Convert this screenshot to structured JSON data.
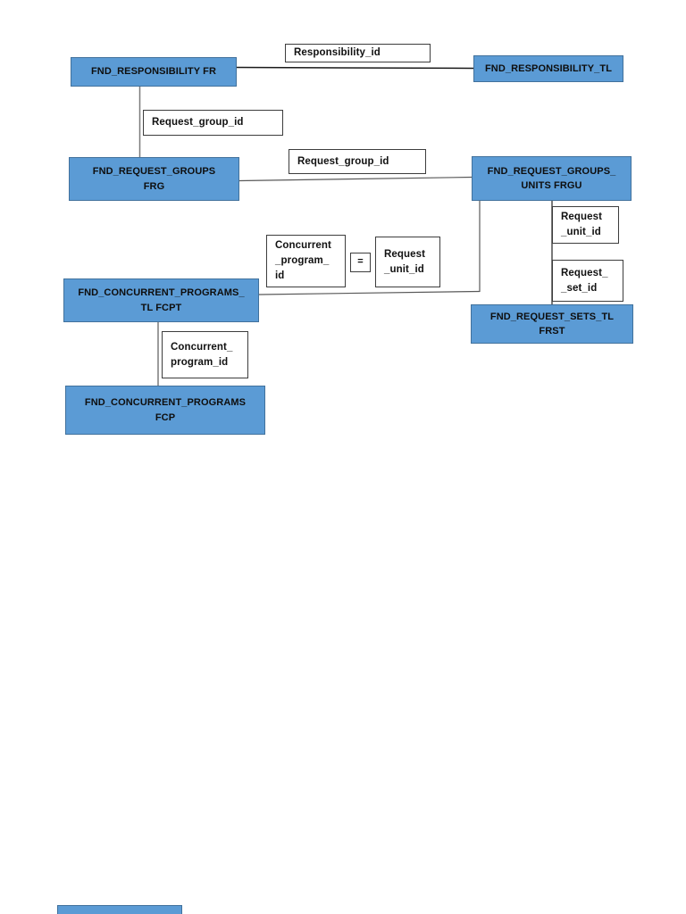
{
  "diagram": {
    "colors": {
      "entity_fill": "#5b9bd5",
      "entity_border": "#41719c",
      "label_fill": "#ffffff",
      "label_border": "#3d3d3d",
      "line_dark": "#1a1a1a",
      "line_gray": "#7a7a7a",
      "text": "#0e0e0e",
      "page_background": "#ffffff"
    },
    "entities": {
      "fr": {
        "label": "FND_RESPONSIBILITY FR"
      },
      "tl": {
        "label": "FND_RESPONSIBILITY_TL"
      },
      "frg": {
        "label": "FND_REQUEST_GROUPS\nFRG"
      },
      "frgu": {
        "label": "FND_REQUEST_GROUPS_\nUNITS FRGU"
      },
      "frst": {
        "label": "FND_REQUEST_SETS_TL\nFRST"
      },
      "fcpt": {
        "label": "FND_CONCURRENT_PROGRAMS_\nTL FCPT"
      },
      "fcp": {
        "label": "FND_CONCURRENT_PROGRAMS\nFCP"
      }
    },
    "labels": {
      "responsibility_id": "Responsibility_id",
      "request_group_id_top": "Request_group_id",
      "request_group_id_mid": "Request_group_id",
      "request_unit_id_right": "Request\n_unit_id",
      "request_set_id": "Request_\n_set_id",
      "concurrent_program_id_join": "Concurrent\n_program_\nid",
      "equals": "=",
      "request_unit_id_join": "Request\n_unit_id",
      "concurrent_program_id_link": "Concurrent_\nprogram_id"
    }
  }
}
